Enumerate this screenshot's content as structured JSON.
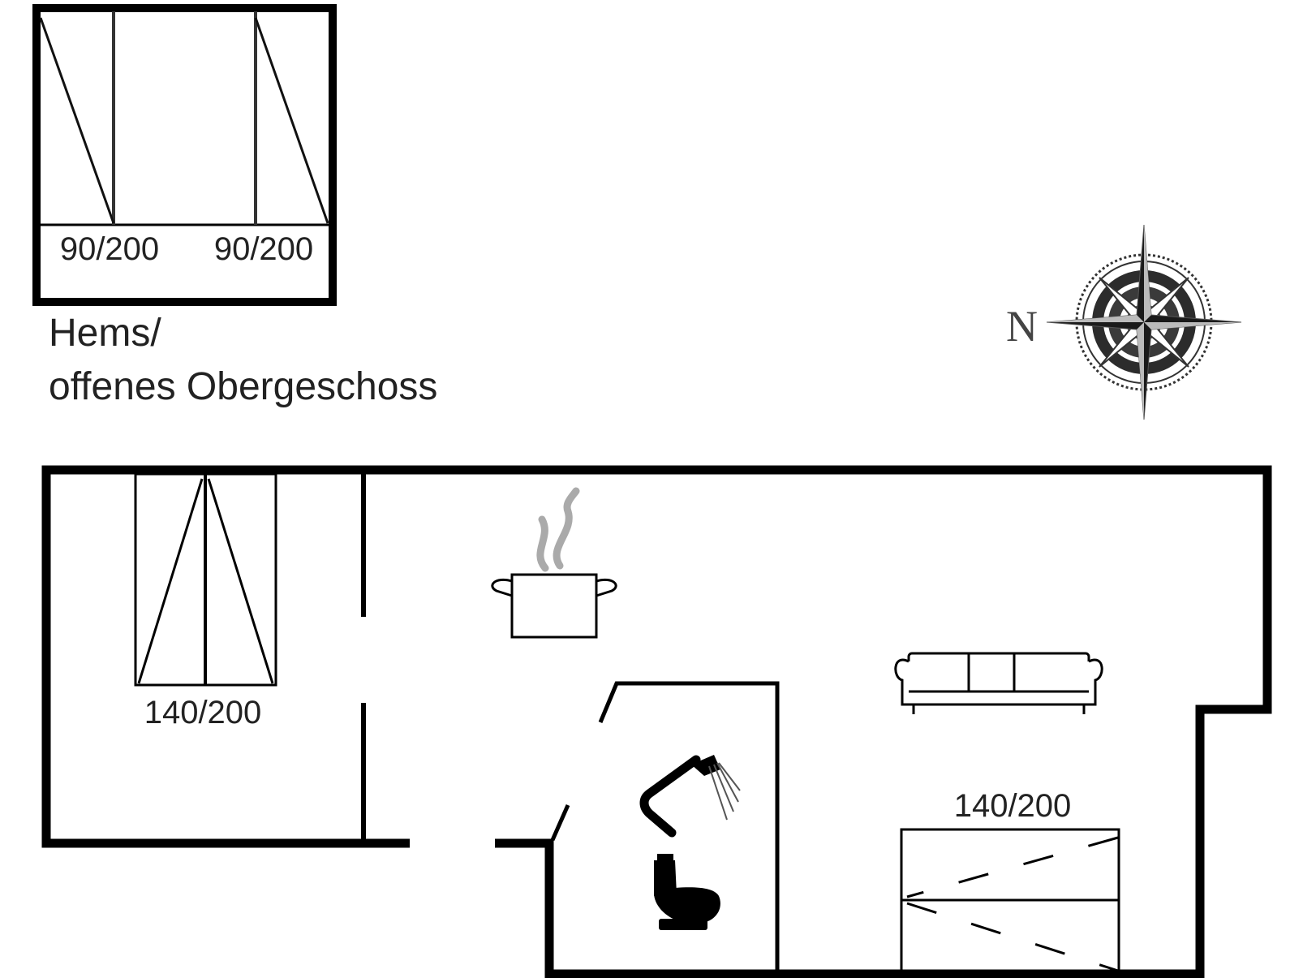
{
  "loft": {
    "bed_left_label": "90/200",
    "bed_right_label": "90/200",
    "label_line1": "Hems/",
    "label_line2": "offenes Obergeschoss"
  },
  "ground_floor": {
    "bedroom_bed_label": "140/200",
    "sofabed_label": "140/200"
  },
  "compass": {
    "north_label": "N"
  },
  "icons": [
    "cooking-pot-icon",
    "sofa-icon",
    "shower-icon",
    "toilet-icon",
    "compass-rose-icon"
  ]
}
